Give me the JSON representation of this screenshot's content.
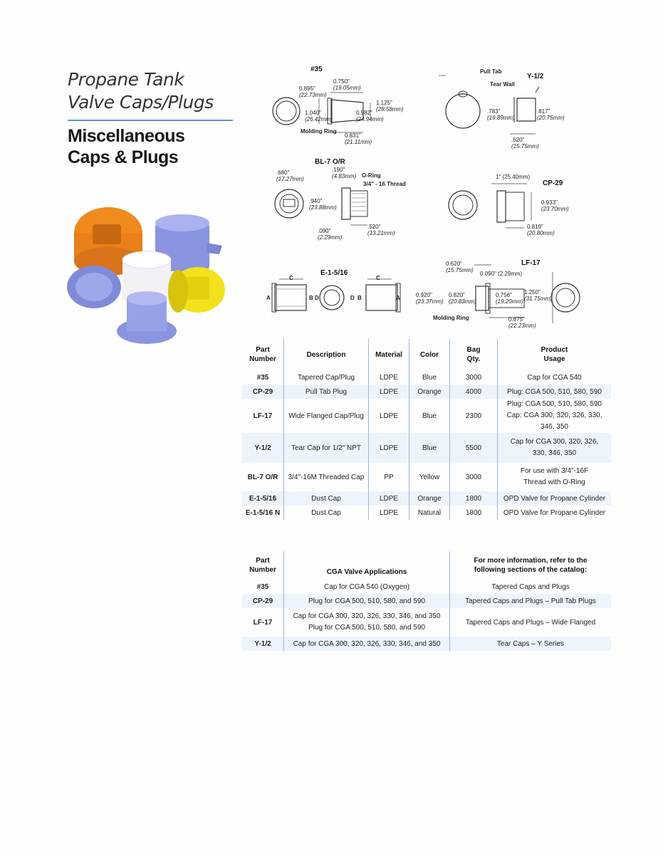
{
  "title": {
    "line1": "Propane Tank",
    "line2": "Valve Caps/Plugs",
    "bold1": "Miscellaneous",
    "bold2": "Caps & Plugs"
  },
  "colors": {
    "accent": "#5a93d6",
    "orange": "#f08a1c",
    "blue": "#8a94e0",
    "yellow": "#f2e21c"
  },
  "diagrams": {
    "d35": {
      "name": "#35",
      "l1": "0.750\"",
      "l1m": "(19.05mm)",
      "l2": "0.895\"",
      "l2m": "(22.73mm)",
      "l3": "1.125\"",
      "l3m": "(28.58mm)",
      "l4": "1.040\"",
      "l4m": "(26.42mm)",
      "l5": "0.982\"",
      "l5m": "(24.94mm)",
      "ring": "Molding Ring",
      "l6": "0.831\"",
      "l6m": "(21.11mm)"
    },
    "y12": {
      "name": "Y-1/2",
      "pull": "Pull Tab",
      "tear": "Tear Wall",
      "l1": ".783\"",
      "l1m": "(19.89mm)",
      "l2": ".817\"",
      "l2m": "(20.75mm)",
      "l3": ".620\"",
      "l3m": "(15.75mm)"
    },
    "bl7": {
      "name": "BL-7 O/R",
      "l1": ".680\"",
      "l1m": "(17.27mm)",
      "l2": ".190\"",
      "l2m": "(4.83mm)",
      "oring": "O-Ring",
      "thread": "3/4\" - 16 Thread",
      "l3": ".940\"",
      "l3m": "(23.88mm)",
      "l4": ".520\"",
      "l4m": "(13.21mm)",
      "l5": ".090\"",
      "l5m": "(2.29mm)"
    },
    "cp29": {
      "name": "CP-29",
      "l1": "1\" (25.40mm)",
      "l2": "0.933\"",
      "l2m": "(23.70mm)",
      "l3": "0.819\"",
      "l3m": "(20.80mm)"
    },
    "e1": {
      "name": "E-1-5/16",
      "a": "A",
      "b": "B",
      "c": "C",
      "d": "D"
    },
    "lf17": {
      "name": "LF-17",
      "l1": "0.620\"",
      "l1m": "(15.75mm)",
      "l2": "0.090\" (2.29mm)",
      "l3": "0.920\"",
      "l3m": "(23.37mm)",
      "l4": "0.820\"",
      "l4m": "(20.83mm)",
      "l5": "0.756\"",
      "l5m": "(19.20mm)",
      "l6": "1.250\"",
      "l6m": "(31.75mm)",
      "ring": "Molding Ring",
      "l7": "0.875\"",
      "l7m": "(22.23mm)"
    }
  },
  "table1": {
    "headers": [
      "Part\nNumber",
      "Description",
      "Material",
      "Color",
      "Bag\nQty.",
      "Product\nUsage"
    ],
    "rows": [
      [
        "#35",
        "Tapered Cap/Plug",
        "LDPE",
        "Blue",
        "3000",
        "Cap for CGA 540"
      ],
      [
        "CP-29",
        "Pull Tab Plug",
        "LDPE",
        "Orange",
        "4000",
        "Plug: CGA 500, 510, 580, 590"
      ],
      [
        "LF-17",
        "Wide Flanged Cap/Plug",
        "LDPE",
        "Blue",
        "2300",
        "Plug: CGA 500, 510, 580, 590\nCap: CGA 300, 320, 326, 330, 346, 350"
      ],
      [
        "Y-1/2",
        "Tear Cap for 1/2\" NPT",
        "LDPE",
        "Blue",
        "5500",
        "Cap for CGA 300, 320, 326,\n330, 346, 350"
      ],
      [
        "BL-7 O/R",
        "3/4\"-16M Threaded Cap",
        "PP",
        "Yellow",
        "3000",
        "For use with 3/4\"-16F\nThread with O-Ring"
      ],
      [
        "E-1-5/16",
        "Dust Cap",
        "LDPE",
        "Orange",
        "1800",
        "OPD Valve for Propane Cylinder"
      ],
      [
        "E-1-5/16 N",
        "Dust Cap",
        "LDPE",
        "Natural",
        "1800",
        "OPD Valve for Propane Cylinder"
      ]
    ]
  },
  "table2": {
    "headers": [
      "Part\nNumber",
      "CGA Valve Applications",
      "For more information, refer to the\nfollowing sections of the catalog:"
    ],
    "rows": [
      [
        "#35",
        "Cap for CGA 540 (Oxygen)",
        "Tapered Caps and Plugs"
      ],
      [
        "CP-29",
        "Plug for CGA 500, 510, 580, and 590",
        "Tapered Caps and Plugs – Pull Tab Plugs"
      ],
      [
        "LF-17",
        "Cap for CGA 300, 320, 326, 330, 346, and 350\nPlug for CGA 500, 510, 580, and 590",
        "Tapered Caps and Plugs – Wide Flanged"
      ],
      [
        "Y-1/2",
        "Cap for CGA 300, 320, 326, 330, 346, and 350",
        "Tear Caps – Y Series"
      ]
    ]
  }
}
